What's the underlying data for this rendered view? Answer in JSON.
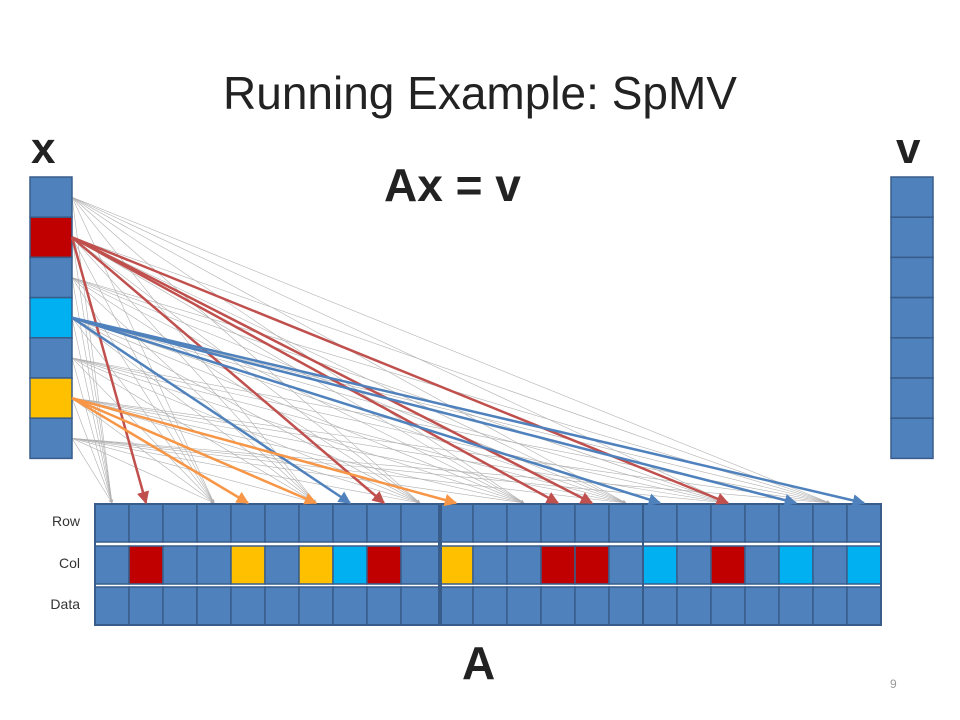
{
  "slide": {
    "title": "Running Example: SpMV",
    "equation": "Ax = v",
    "vector_x_label": "x",
    "vector_v_label": "v",
    "matrix_label": "A",
    "row_labels": [
      "Row",
      "Col",
      "Data"
    ],
    "page_number": "9"
  },
  "colors": {
    "cell_blue": "#4f81bd",
    "red": "#c00000",
    "cyan": "#00b0f0",
    "yellow": "#ffc000",
    "arrow_red": "#c0504d",
    "arrow_blue": "#4f81bd",
    "arrow_orange": "#f79646",
    "arrow_gray": "#b0b0b0"
  },
  "vector_x": [
    "blue",
    "red",
    "blue",
    "cyan",
    "blue",
    "yellow",
    "blue"
  ],
  "vector_v": [
    "blue",
    "blue",
    "blue",
    "blue",
    "blue",
    "blue",
    "blue"
  ],
  "matrix": {
    "col_row": [
      "blue",
      "red",
      "blue",
      "blue",
      "yellow",
      "blue",
      "yellow",
      "cyan",
      "red",
      "blue",
      "yellow",
      "blue",
      "blue",
      "red",
      "red",
      "blue",
      "cyan",
      "blue",
      "red",
      "blue",
      "cyan",
      "blue",
      "cyan"
    ],
    "arrows": [
      {
        "from": 1,
        "to": 1,
        "color": "red"
      },
      {
        "from": 5,
        "to": 4,
        "color": "orange"
      },
      {
        "from": 5,
        "to": 6,
        "color": "orange"
      },
      {
        "from": 3,
        "to": 7,
        "color": "blue"
      },
      {
        "from": 1,
        "to": 8,
        "color": "red"
      },
      {
        "from": 5,
        "to": 10,
        "color": "orange"
      },
      {
        "from": 1,
        "to": 13,
        "color": "red"
      },
      {
        "from": 1,
        "to": 14,
        "color": "red"
      },
      {
        "from": 3,
        "to": 16,
        "color": "blue"
      },
      {
        "from": 1,
        "to": 18,
        "color": "red"
      },
      {
        "from": 3,
        "to": 20,
        "color": "blue"
      },
      {
        "from": 3,
        "to": 22,
        "color": "blue"
      }
    ]
  }
}
